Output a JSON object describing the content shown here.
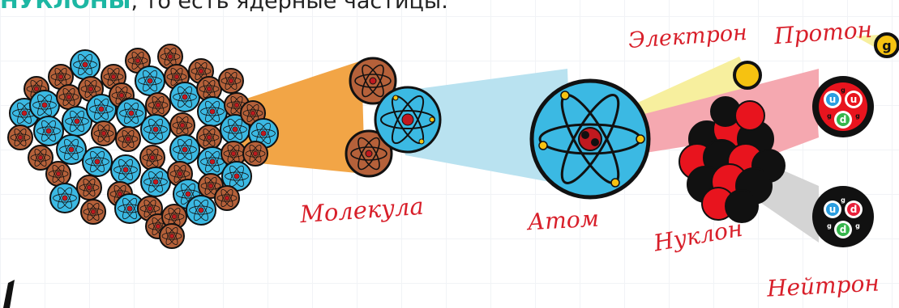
{
  "header": {
    "highlight": "НУКЛОНЫ",
    "rest": ", то есть ядерные частицы."
  },
  "labels": {
    "molecule": "Молекула",
    "atom": "Атом",
    "nucleon": "Нуклон",
    "electron": "Электрон",
    "proton": "Протон",
    "neutron": "Нейтрон"
  },
  "quarks": {
    "up": "u",
    "down": "d",
    "gluon": "g"
  },
  "icons": [
    "molecule-cluster",
    "molecule",
    "atom",
    "nucleus",
    "electron",
    "proton",
    "neutron",
    "gluon",
    "feather-icon"
  ],
  "colors": {
    "accent_text": "#1db7a3",
    "label_red": "#d81f2a",
    "molecule_cone": "#f2a546",
    "atom_cone": "#b9e2f0",
    "nucleon_cone_red": "#f5a8b0",
    "nucleon_cone_gray": "#d4d4d4",
    "electron_beam": "#f7ef9e",
    "atom_blue": "#3bb9e3",
    "atom_brown": "#b5613a",
    "electron_yellow": "#f6c211",
    "proton_red": "#e8141e",
    "quark_u": "#2b9ee0",
    "quark_d": "#e8203a",
    "quark_green": "#35b54b"
  }
}
